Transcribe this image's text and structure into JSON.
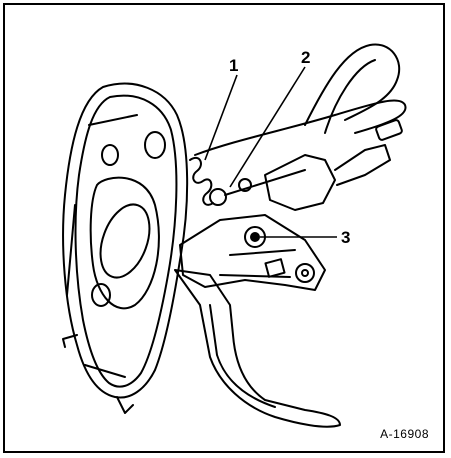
{
  "figure": {
    "reference": "A-16908",
    "callouts": [
      "1",
      "2",
      "3"
    ]
  },
  "colors": {
    "line": "#000000",
    "background": "#ffffff"
  }
}
